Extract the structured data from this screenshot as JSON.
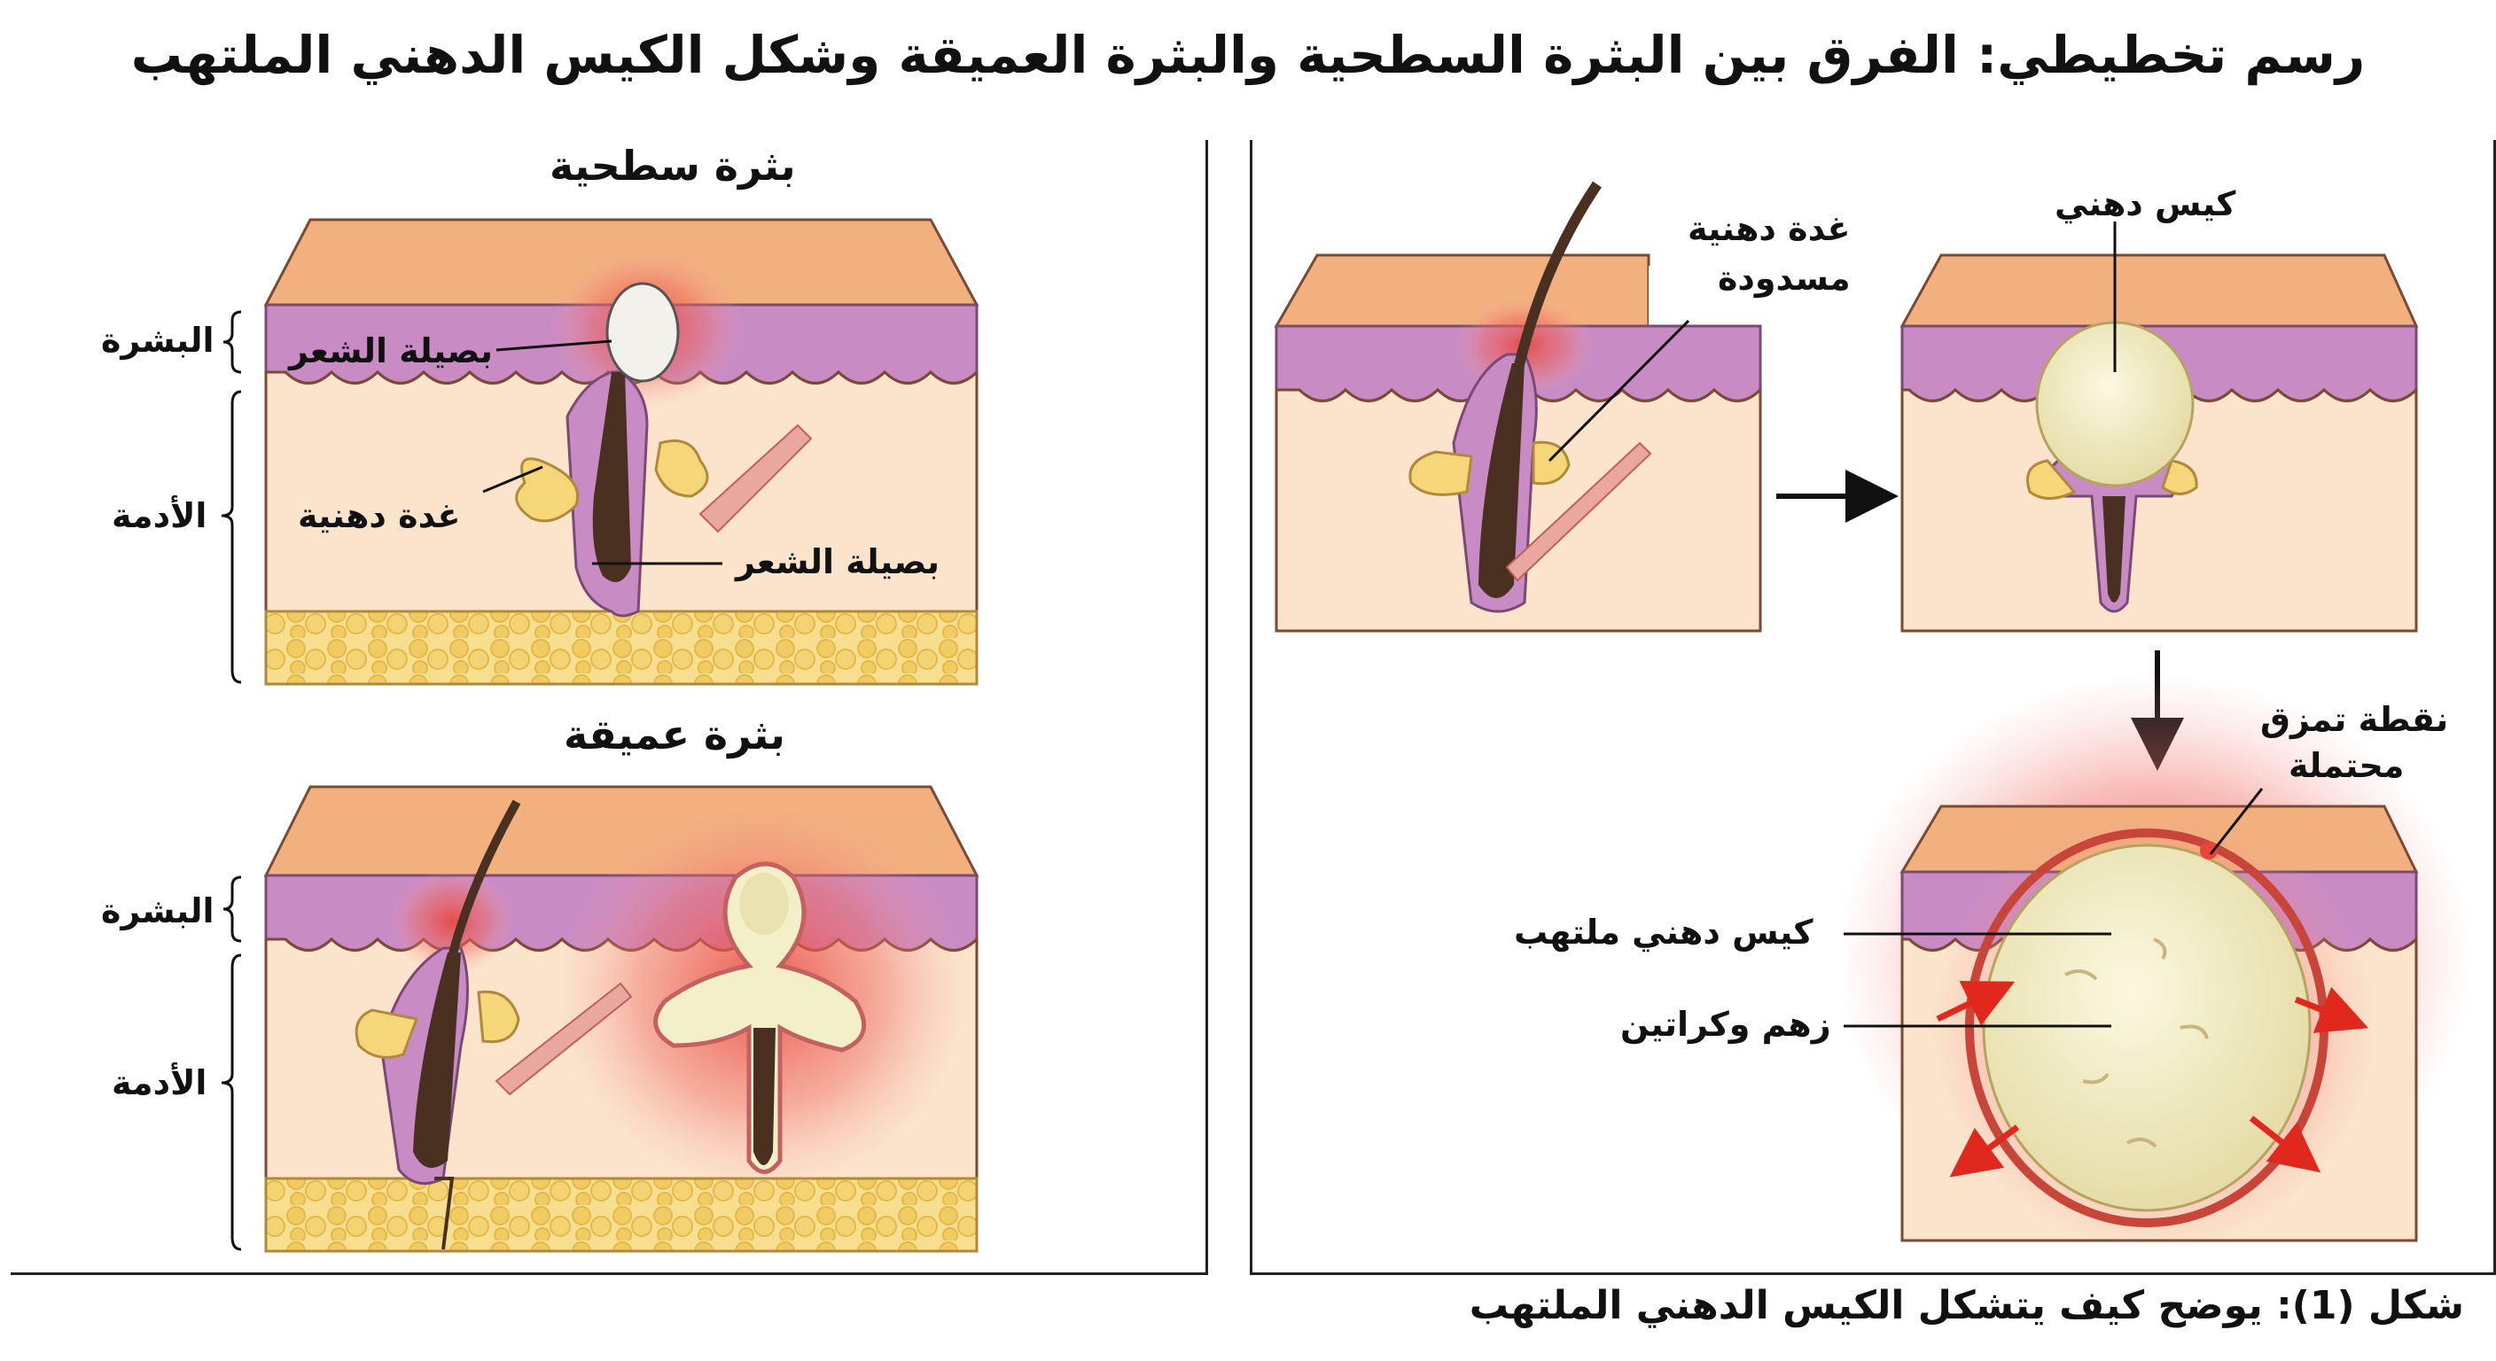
{
  "title": "رسم تخطيطي: الفرق بين البثرة السطحية والبثرة العميقة وشكل الكيس الدهني الملتهب",
  "left_panel": {
    "superficial": {
      "heading": "بثرة سطحية",
      "layer_epidermis": "البشرة",
      "layer_dermis": "الأدمة",
      "label_follicle_top": "بصيلة الشعر",
      "label_gland": "غدة دهنية",
      "label_follicle_bottom": "بصيلة الشعر"
    },
    "deep": {
      "heading": "بثرة عميقة",
      "layer_epidermis": "البشرة",
      "layer_dermis": "الأدمة"
    }
  },
  "right_panel": {
    "label_blocked_gland_line1": "غدة دهنية",
    "label_blocked_gland_line2": "مسدودة",
    "label_cyst": "كيس دهني",
    "label_rupture_line1": "نقطة تمزق",
    "label_rupture_line2": "محتملة",
    "label_inflamed_cyst": "كيس دهني ملتهب",
    "label_contents": "زهم وكراتين"
  },
  "caption": "شكل (1): يوضح كيف يتشكل الكيس الدهني الملتهب",
  "colors": {
    "skin_top": "#f2b07e",
    "epidermis": "#c98bc4",
    "dermis": "#fbe3cc",
    "fat": "#f5d77a",
    "hair": "#4a3020",
    "cyst": "#f3efc8",
    "inflammation": "#e8443c"
  }
}
